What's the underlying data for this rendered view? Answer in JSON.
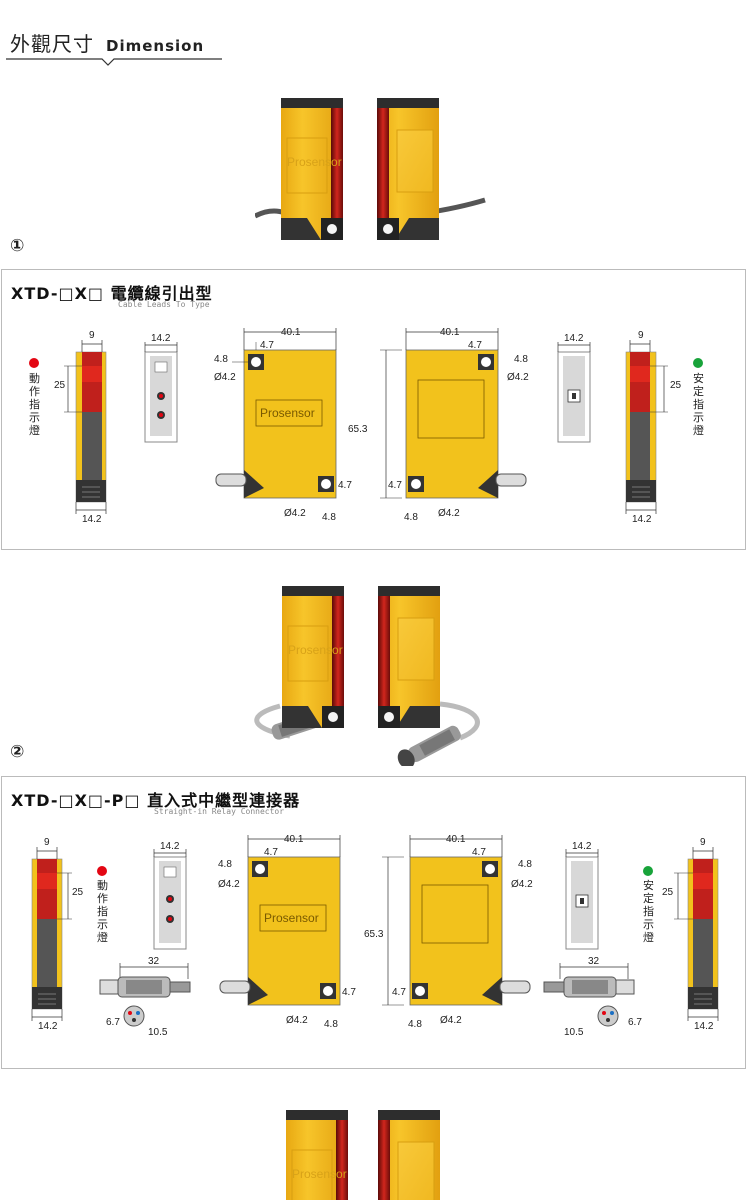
{
  "header": {
    "title_zh": "外觀尺寸",
    "title_en": "Dimension"
  },
  "sections": [
    {
      "number": "①",
      "model": "XTD-□X□",
      "name_zh": "電纜線引出型",
      "name_en": "Cable Leads To Type",
      "brand": "Prosensor",
      "dims": {
        "w9": "9",
        "w14_2": "14.2",
        "w40_1": "40.1",
        "w4_7": "4.7",
        "w4_8": "4.8",
        "hole": "Ø4.2",
        "h25": "25",
        "h65_3": "65.3"
      },
      "label_left": [
        "動",
        "作",
        "指",
        "示",
        "燈"
      ],
      "label_right": [
        "安",
        "定",
        "指",
        "示",
        "燈"
      ]
    },
    {
      "number": "②",
      "model": "XTD-□X□-P□",
      "name_zh": "直入式中繼型連接器",
      "name_en": "Straight-in Relay Connector",
      "brand": "Prosensor",
      "dims": {
        "w9": "9",
        "w14_2": "14.2",
        "w40_1": "40.1",
        "w4_7": "4.7",
        "w4_8": "4.8",
        "hole": "Ø4.2",
        "h25": "25",
        "h65_3": "65.3",
        "c32": "32",
        "c6_7": "6.7",
        "c10_5": "10.5"
      },
      "label_left": [
        "動",
        "作",
        "指",
        "示",
        "燈"
      ],
      "label_right": [
        "安",
        "定",
        "指",
        "示",
        "燈"
      ]
    }
  ],
  "colors": {
    "sensor_yellow": "#f2c21c",
    "sensor_dark": "#3a3a3a",
    "lens_red": "#c0201c",
    "led_red": "#e30613",
    "led_green": "#18a33a",
    "panel_border": "#bbbbbb"
  }
}
